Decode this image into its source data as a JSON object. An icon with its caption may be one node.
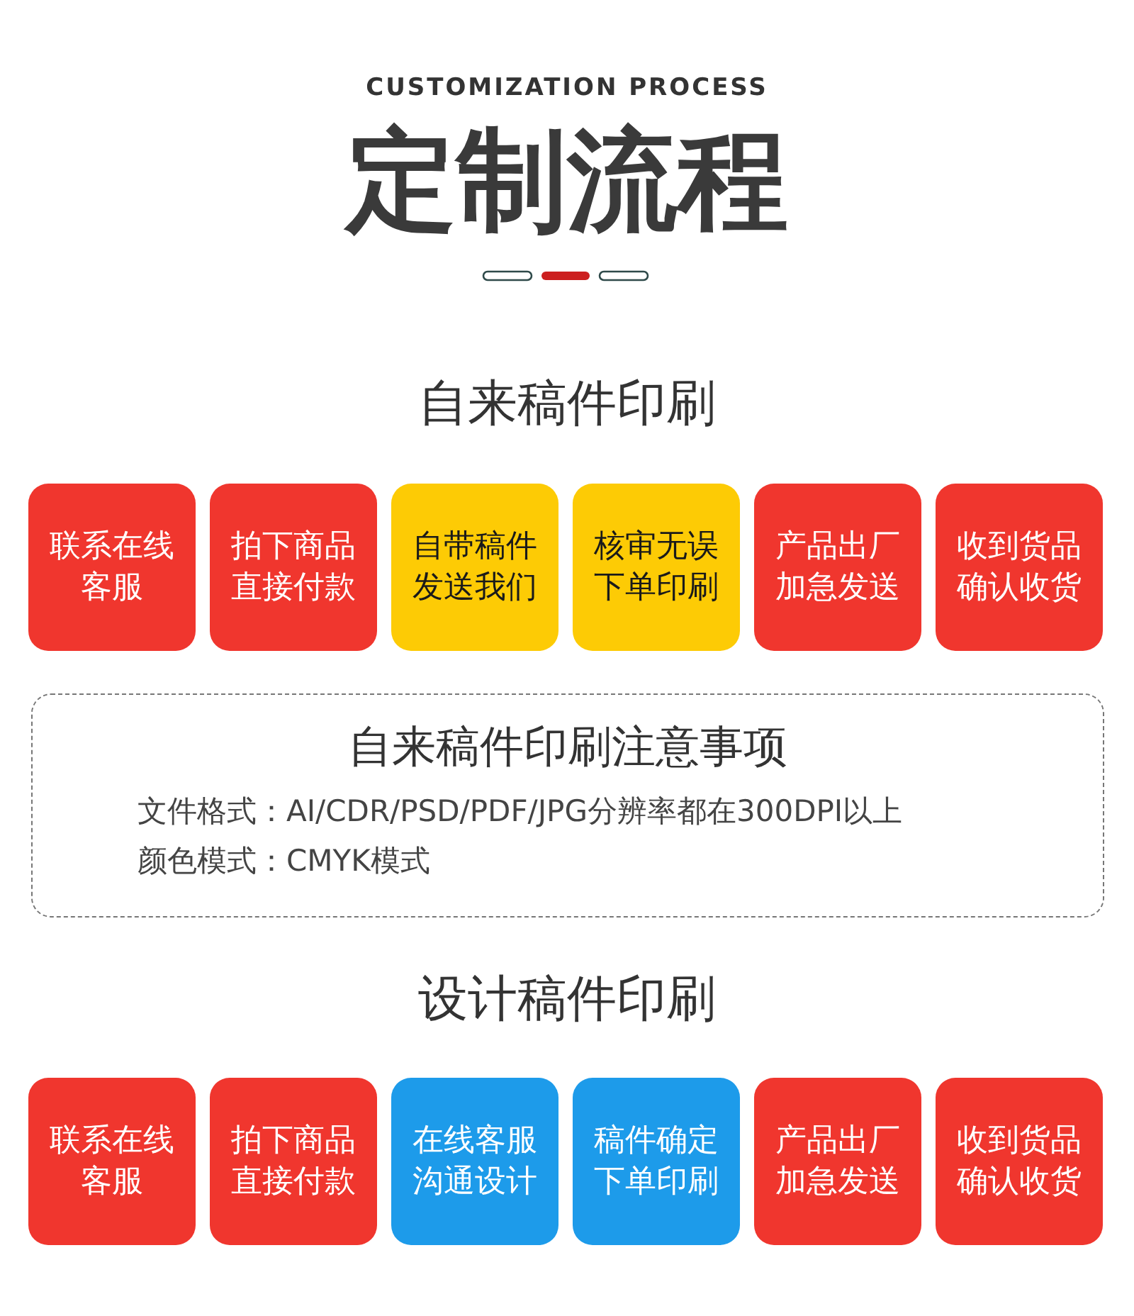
{
  "diagram": {
    "title": "定制流程",
    "nodes": [
      {
        "text": [
          "联系在线客服"
        ]
      },
      {
        "text": [
          "拍下商品直接付款"
        ]
      },
      {
        "text": [
          "自带稿件发送我们"
        ]
      },
      {
        "text": [
          "核审无误下单印刷"
        ]
      },
      {
        "text": [
          "产品出厂加急发送"
        ]
      },
      {
        "text": [
          "收到货品确认收货"
        ]
      },
      {
        "text": [
          "自来稿件印刷注意事项",
          "文件格式：AI/CDR/PSD/PDF/JPG分辨率都在300DPI以上",
          "颜色模式：CMYK模式"
        ]
      },
      {
        "text": [
          "联系在线客服"
        ]
      },
      {
        "text": [
          "拍下商品直接付款"
        ]
      },
      {
        "text": [
          "在线客服沟通设计"
        ]
      },
      {
        "text": [
          "稿件确定下单印刷"
        ]
      },
      {
        "text": [
          "产品出厂加急发送"
        ]
      },
      {
        "text": [
          "收到货品确认收货"
        ]
      }
    ],
    "labels": [
      "CUSTOMIZATION PROCESS",
      "自来稿件印刷",
      "设计稿件印刷"
    ]
  }
}
